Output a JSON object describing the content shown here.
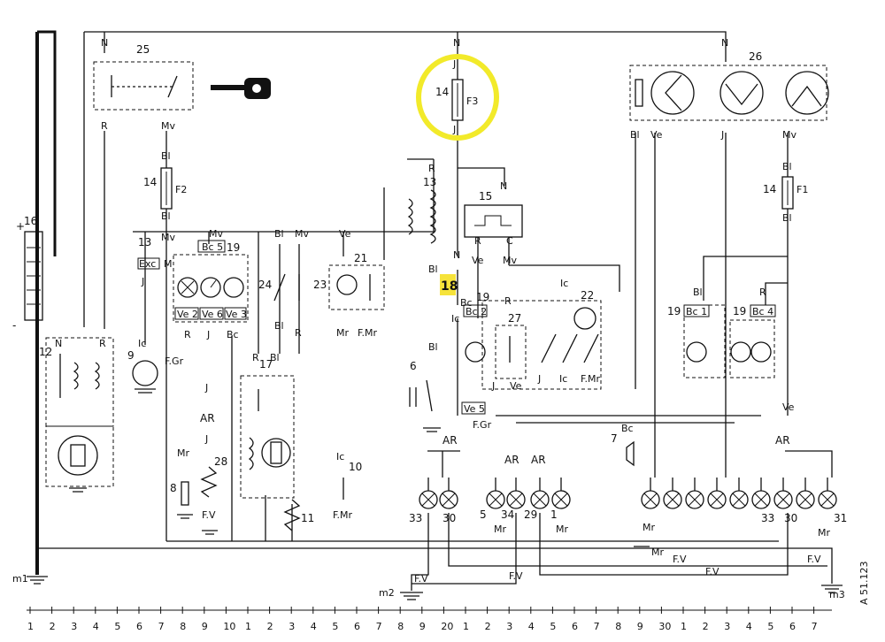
{
  "colors": {
    "highlight_circle": "#f2ea2a",
    "highlight_fill": "#f6e33a",
    "ink": "#111111"
  },
  "components": {
    "c1": "1",
    "c6": "6",
    "c7": "7",
    "c8": "8",
    "c9": "9",
    "c10": "10",
    "c11": "11",
    "c12": "12",
    "c13a": "13",
    "c13b": "13",
    "c14a": "14",
    "c14b": "14",
    "c14c": "14",
    "c15": "15",
    "c16": "16",
    "c17": "17",
    "c18": "18",
    "c19a": "19",
    "c19b": "19",
    "c19c": "19",
    "c19d": "19",
    "c21": "21",
    "c22": "22",
    "c23": "23",
    "c24": "24",
    "c25": "25",
    "c26": "26",
    "c27": "27",
    "c28": "28",
    "c29": "29",
    "c30a": "30",
    "c30b": "30",
    "c31": "31",
    "c33a": "33",
    "c33b": "33",
    "c34": "34",
    "c5": "5"
  },
  "fuses": {
    "f1": "F1",
    "f2": "F2",
    "f3": "F3"
  },
  "boxes": {
    "bc5": "Bc 5",
    "bc2": "Bc 2",
    "bc1": "Bc 1",
    "bc4": "Bc 4",
    "ve2": "Ve 2",
    "ve6": "Ve 6",
    "ve3": "Ve 3",
    "ve5": "Ve 5",
    "exc": "Exc",
    "m": "M"
  },
  "wire_labels": {
    "n": "N",
    "r": "R",
    "mv": "Mv",
    "bl": "Bl",
    "j": "J",
    "ve": "Ve",
    "c": "C",
    "bc": "Bc",
    "mr": "Mr",
    "ic": "Ic",
    "fmr": "F.Mr",
    "fgr": "F.Gr",
    "fv": "F.V",
    "ar": "AR"
  },
  "grounds": {
    "m1": "m1",
    "m2": "m2",
    "m3": "m3"
  },
  "signs": {
    "plus": "+",
    "minus": "-"
  },
  "reference": "A 51.123",
  "ruler": {
    "ticks": [
      "1",
      "2",
      "3",
      "4",
      "5",
      "6",
      "7",
      "8",
      "9",
      "10",
      "1",
      "2",
      "3",
      "4",
      "5",
      "6",
      "7",
      "8",
      "9",
      "20",
      "1",
      "2",
      "3",
      "4",
      "5",
      "6",
      "7",
      "8",
      "9",
      "30",
      "1",
      "2",
      "3",
      "4",
      "5",
      "6",
      "7"
    ]
  }
}
